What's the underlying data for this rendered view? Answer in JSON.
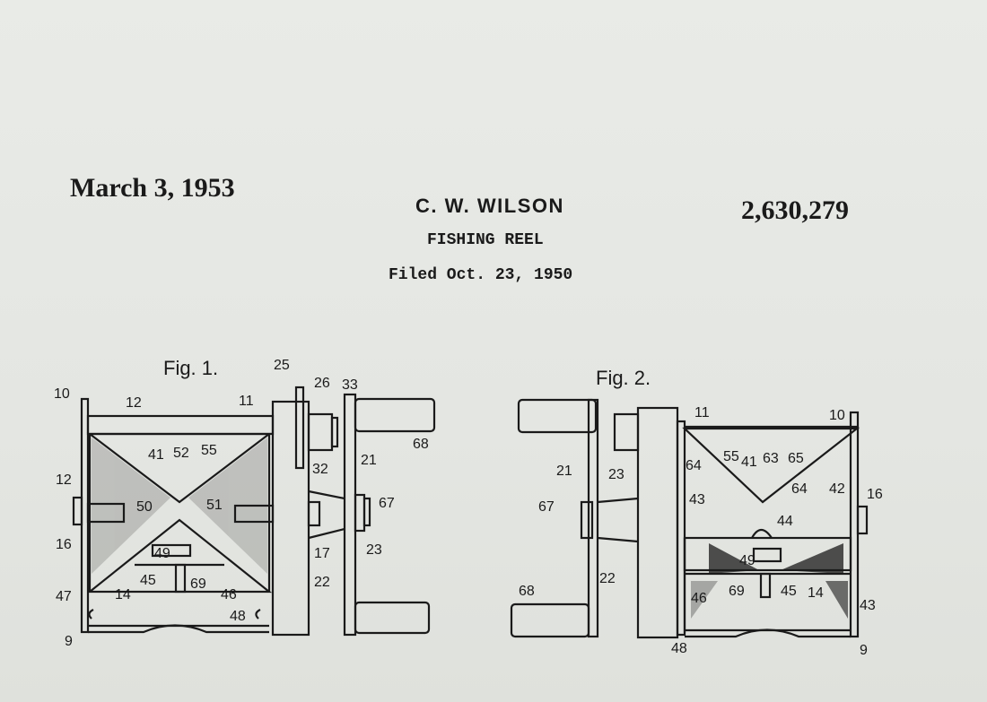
{
  "header": {
    "date": "March 3, 1953",
    "inventor": "C. W. WILSON",
    "patent_number": "2,630,279",
    "title": "FISHING REEL",
    "filed": "Filed Oct. 23, 1950"
  },
  "figures": {
    "fig1": {
      "label": "Fig. 1.",
      "callouts": [
        "10",
        "12",
        "11",
        "25",
        "26",
        "33",
        "68",
        "12",
        "41",
        "52",
        "55",
        "50",
        "51",
        "32",
        "21",
        "67",
        "16",
        "49",
        "17",
        "23",
        "22",
        "45",
        "14",
        "69",
        "46",
        "47",
        "48",
        "9"
      ]
    },
    "fig2": {
      "label": "Fig. 2.",
      "callouts": [
        "11",
        "10",
        "64",
        "55",
        "41",
        "63",
        "65",
        "64",
        "42",
        "16",
        "21",
        "23",
        "43",
        "67",
        "44",
        "49",
        "22",
        "68",
        "46",
        "69",
        "45",
        "14",
        "43",
        "48",
        "9"
      ]
    }
  },
  "colors": {
    "ink": "#1a1a1a",
    "paper": "#e6e8e4"
  }
}
